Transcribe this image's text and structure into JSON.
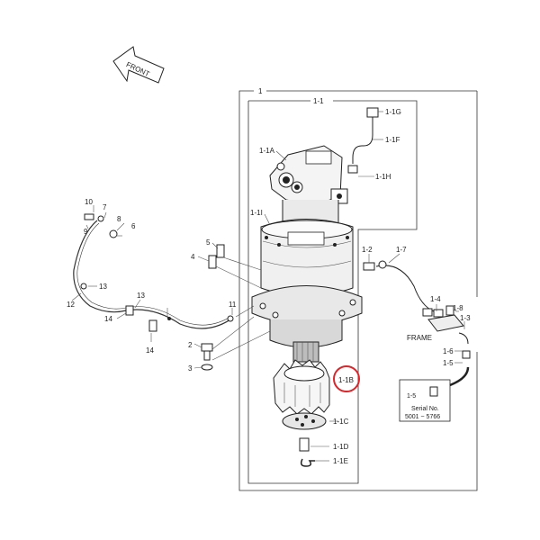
{
  "front_arrow": {
    "label": "FRONT"
  },
  "callouts": {
    "c1": "1",
    "c1_1": "1-1",
    "c1_1G": "1-1G",
    "c1_1F": "1-1F",
    "c1_1A": "1-1A",
    "c1_1H": "1-1H",
    "c1_1I": "1-1I",
    "c1_2": "1-2",
    "c1_7": "1-7",
    "c1_4": "1-4",
    "c1_8": "1-8",
    "c1_3": "1-3",
    "c1_6": "1-6",
    "c1_5": "1-5",
    "c1_1B": "1-1B",
    "c1_1C": "1-1C",
    "c1_1D": "1-1D",
    "c1_1E": "1-1E",
    "c2": "2",
    "c3": "3",
    "c4": "4",
    "c5": "5",
    "c6": "6",
    "c7": "7",
    "c8": "8",
    "c9": "9",
    "c10": "10",
    "c11": "11",
    "c12": "12",
    "c13a": "13",
    "c13b": "13",
    "c14a": "14",
    "c14b": "14"
  },
  "frame_label": "FRAME",
  "inset": {
    "part": "1-5",
    "serial_title": "Serial No.",
    "serial_range": "5001 ~ 5766"
  },
  "highlight_color": "#d9262b"
}
